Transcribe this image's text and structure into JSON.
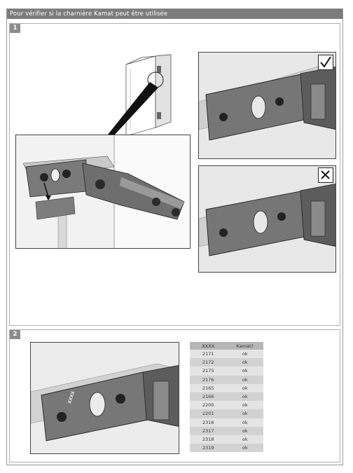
{
  "header": {
    "title": "Pour vérifier si la charnière Kamat peut être utilisée"
  },
  "steps": [
    {
      "number": "1"
    },
    {
      "number": "2"
    }
  ],
  "hinge_label": "XXXX",
  "icons": {
    "ok_mark": "check-icon",
    "not_ok_mark": "cross-icon"
  },
  "compatibility_table": {
    "headers": [
      "XXXX",
      "Kamat?"
    ],
    "rows": [
      [
        "2171",
        "ok"
      ],
      [
        "2172",
        "ok"
      ],
      [
        "2175",
        "ok"
      ],
      [
        "2176",
        "ok"
      ],
      [
        "2165",
        "ok"
      ],
      [
        "2166",
        "ok"
      ],
      [
        "2200",
        "ok"
      ],
      [
        "2201",
        "ok"
      ],
      [
        "2316",
        "ok"
      ],
      [
        "2317",
        "ok"
      ],
      [
        "2318",
        "ok"
      ],
      [
        "2319",
        "ok"
      ]
    ]
  }
}
